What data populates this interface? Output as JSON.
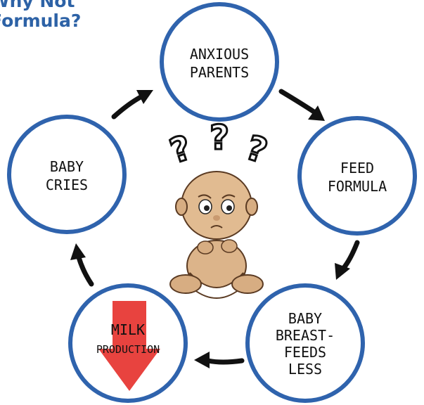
{
  "title": "Why Not\nFormula?",
  "colors": {
    "title": "#2d62a6",
    "circle_border": "#2f63ad",
    "arrow": "#111111",
    "milk_down_arrow": "#e8433f"
  },
  "nodes": [
    {
      "id": "anxious-parents",
      "lines": [
        "ANXIOUS",
        "PARENTS"
      ]
    },
    {
      "id": "feed-formula",
      "lines": [
        "FEED",
        "FORMULA"
      ]
    },
    {
      "id": "baby-breastfeeds-less",
      "lines": [
        "BABY",
        "BREAST-",
        "FEEDS",
        "LESS"
      ]
    },
    {
      "id": "milk-production",
      "lines": [
        "MILK",
        "PRODUCTION"
      ]
    },
    {
      "id": "baby-cries",
      "lines": [
        "BABY",
        "CRIES"
      ]
    }
  ],
  "illustration": {
    "question_marks": [
      "?",
      "?",
      "?"
    ],
    "icon": "confused-baby-illustration"
  }
}
